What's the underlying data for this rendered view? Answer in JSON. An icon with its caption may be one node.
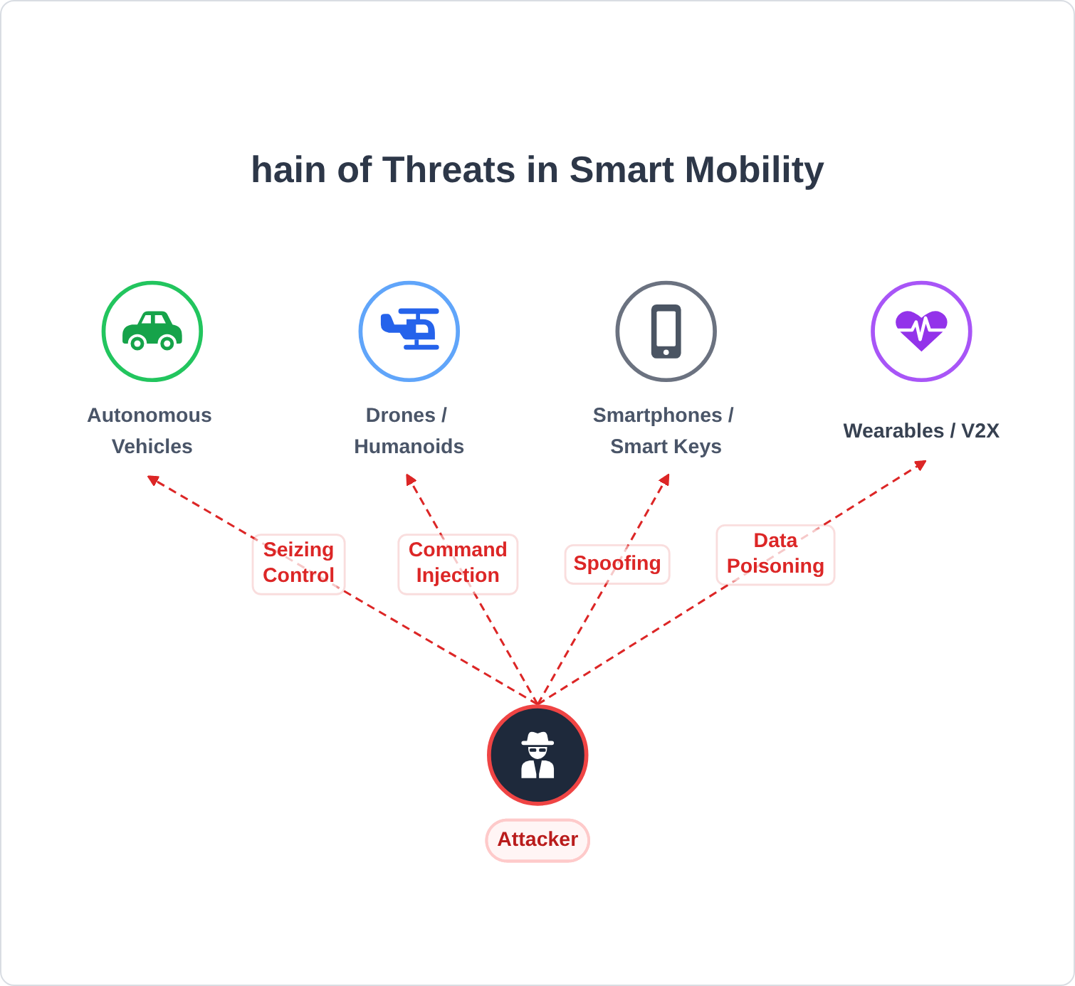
{
  "diagram": {
    "title": "hain of Threats in Smart Mobility",
    "nodes": [
      {
        "text": [
          "Autonomous Vehicles"
        ]
      },
      {
        "text": [
          "Drones / Humanoids"
        ]
      },
      {
        "text": [
          "Smartphones / Smart Keys"
        ]
      },
      {
        "text": [
          "Wearables / V2X"
        ]
      },
      {
        "text": [
          "Attacker"
        ]
      }
    ],
    "edges": [
      {
        "from": 4,
        "to": 0,
        "arrow": "to",
        "label": "Seizing Control",
        "style": "dashed",
        "color": "#dc2626"
      },
      {
        "from": 4,
        "to": 1,
        "arrow": "to",
        "label": "Command Injection",
        "style": "dashed",
        "color": "#dc2626"
      },
      {
        "from": 4,
        "to": 2,
        "arrow": "to",
        "label": "Spoofing",
        "style": "dashed",
        "color": "#dc2626"
      },
      {
        "from": 4,
        "to": 3,
        "arrow": "to",
        "label": "Data Poisoning",
        "style": "dashed",
        "color": "#dc2626"
      }
    ]
  }
}
